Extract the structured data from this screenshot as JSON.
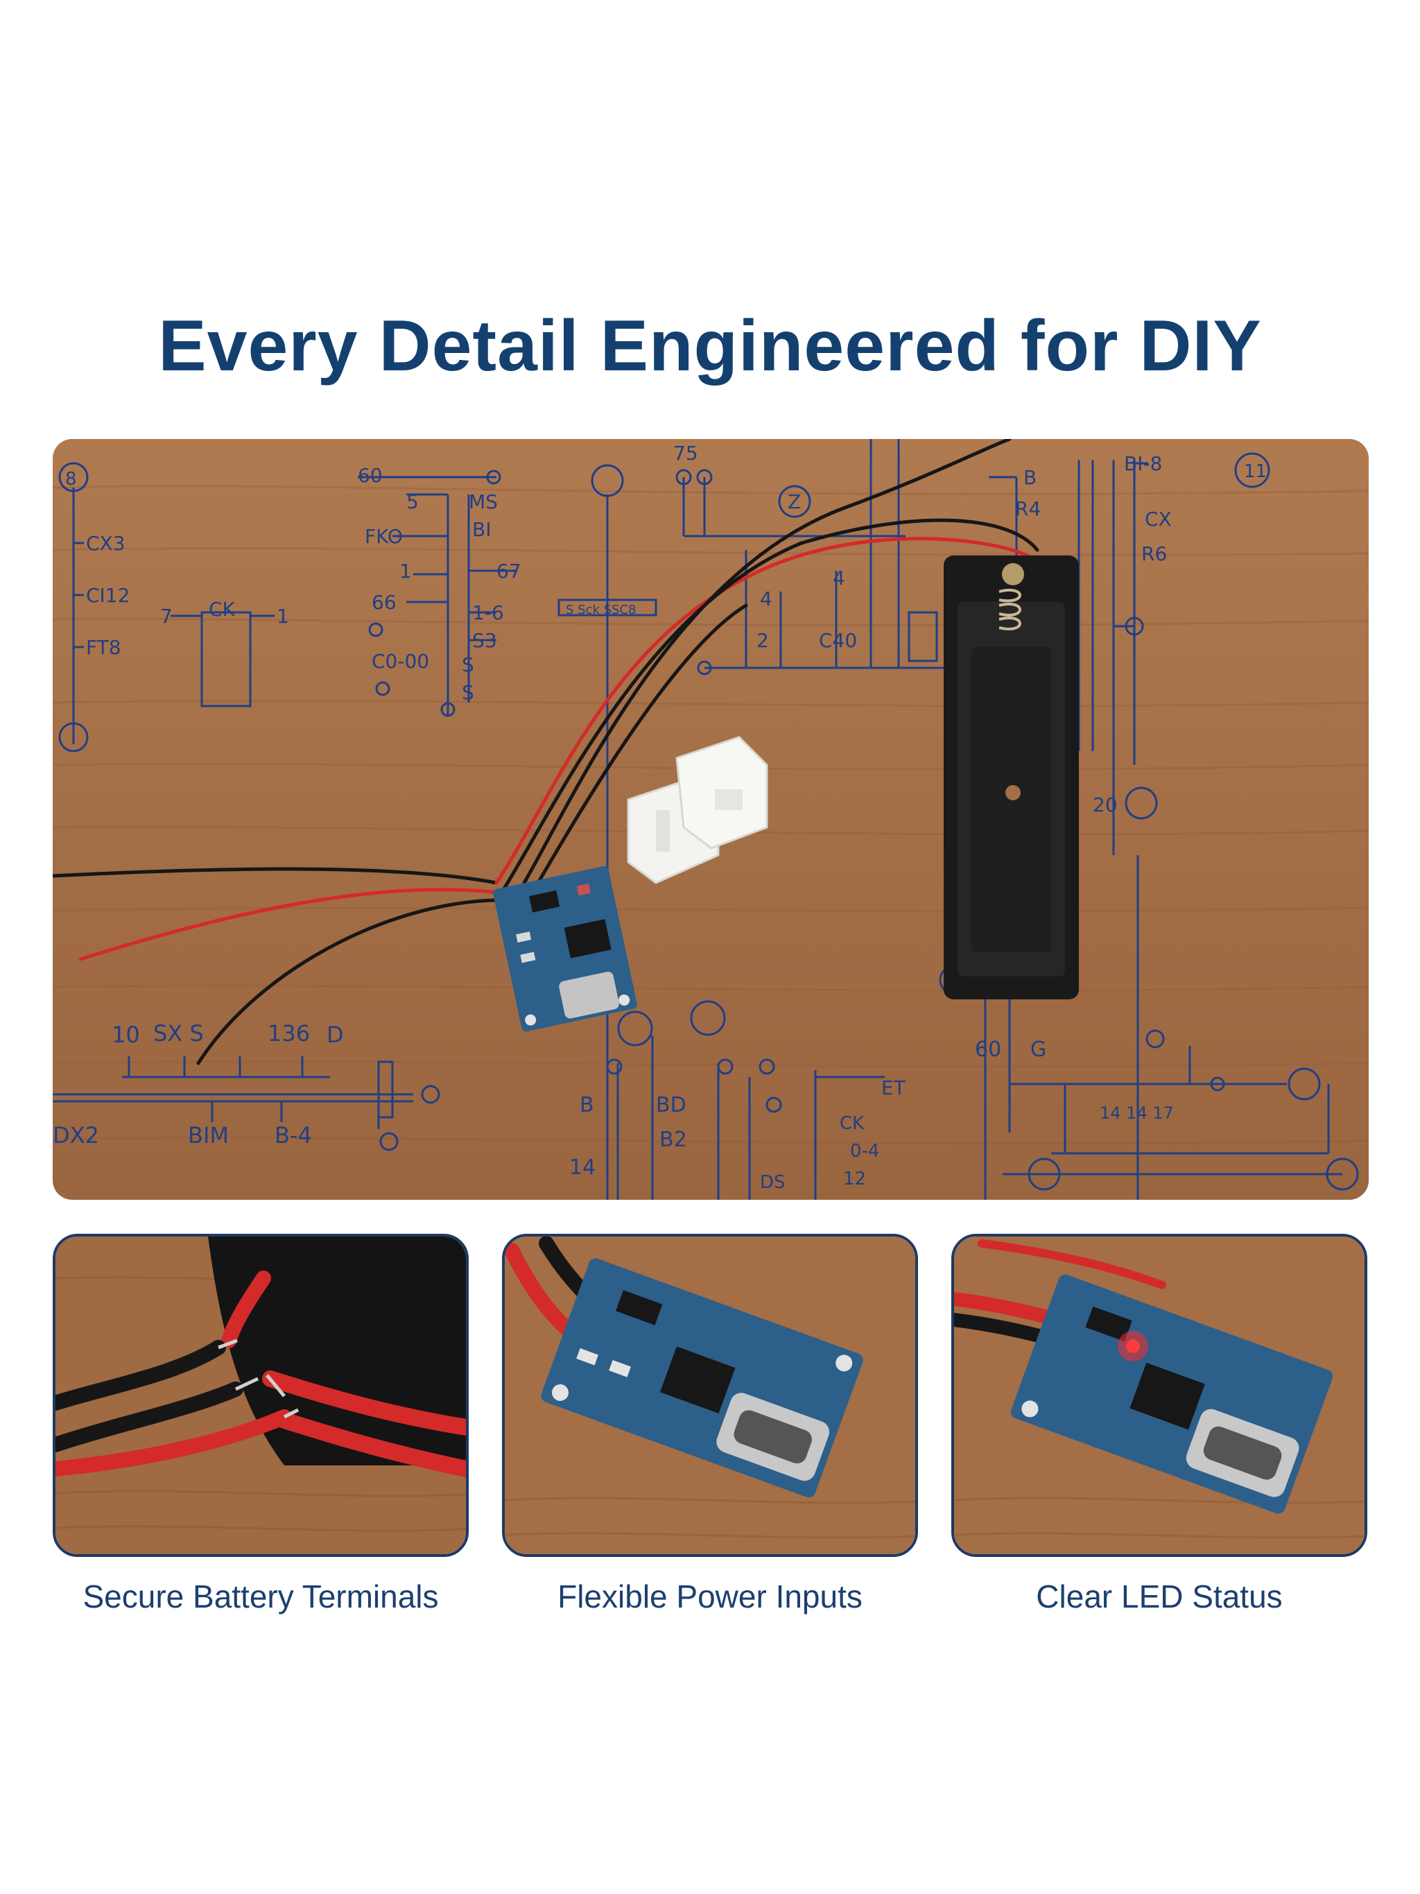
{
  "headline": "Every Detail Engineered for DIY",
  "features": [
    {
      "caption": "Secure Battery Terminals"
    },
    {
      "caption": "Flexible Power Inputs"
    },
    {
      "caption": "Clear LED Status"
    }
  ],
  "hero": {
    "blueprint_labels": [
      "CX3",
      "CI12",
      "FT8",
      "7",
      "CK",
      "1",
      "60",
      "5",
      "MS",
      "FKO",
      "BI",
      "1",
      "67",
      "66",
      "1-6",
      "S3",
      "C0-00",
      "S",
      "S",
      "75",
      "Z",
      "B",
      "BI-8",
      "R4",
      "CX",
      "R6",
      "4",
      "C40",
      "4",
      "2",
      "S Sck SSC8",
      "10",
      "SX S",
      "136",
      "D",
      "DX2",
      "BIM",
      "B-4",
      "B",
      "BD",
      "B2",
      "14",
      "CK",
      "0-4",
      "12",
      "DS",
      "ET",
      "14 14 17",
      "60",
      "G",
      "20",
      "11",
      "8"
    ]
  },
  "colors": {
    "headline": "#14406f",
    "caption": "#1c3f70",
    "blueprint_ink": "#1f3f87",
    "wood": "#a8734b",
    "thumb_border": "#1d3a66",
    "pcb": "#2c5f8a",
    "wire_red": "#d42a2a",
    "wire_black": "#161616"
  }
}
